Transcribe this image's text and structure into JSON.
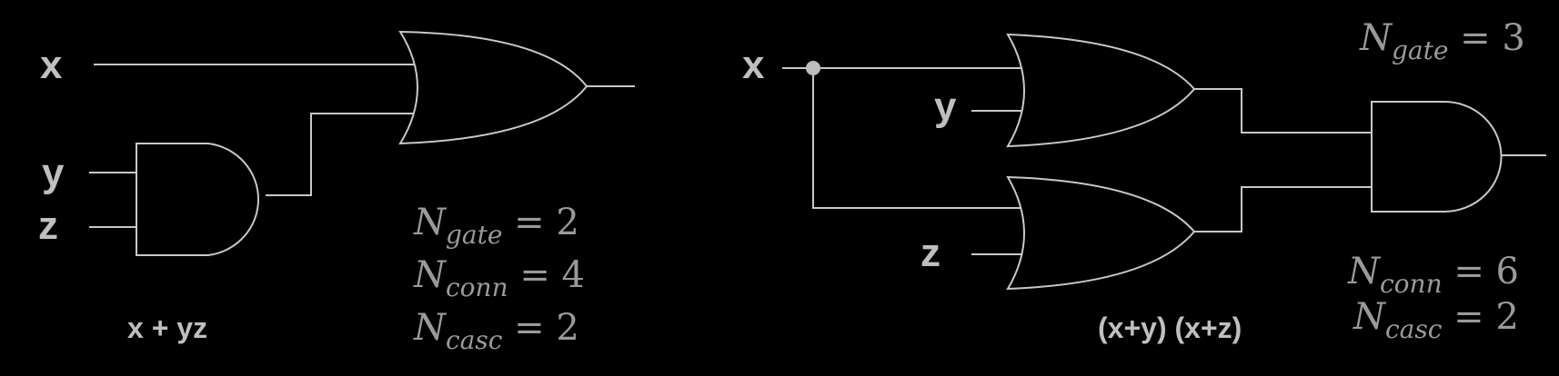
{
  "left_circuit": {
    "inputs": {
      "x": "x",
      "y": "y",
      "z": "z"
    },
    "expression": "x + yz",
    "metrics": [
      {
        "symbol": "N",
        "sub": "gate",
        "eq": " = 2"
      },
      {
        "symbol": "N",
        "sub": "conn",
        "eq": " = 4"
      },
      {
        "symbol": "N",
        "sub": "casc",
        "eq": " = 2"
      }
    ]
  },
  "right_circuit": {
    "inputs": {
      "x": "x",
      "y": "y",
      "z": "z"
    },
    "expression": "(x+y) (x+z)",
    "metrics": [
      {
        "symbol": "N",
        "sub": "gate",
        "eq": " = 3"
      },
      {
        "symbol": "N",
        "sub": "conn",
        "eq": " = 6"
      },
      {
        "symbol": "N",
        "sub": "casc",
        "eq": " = 2"
      }
    ]
  },
  "colors": {
    "background": "#000000",
    "wire": "#c8c8c8",
    "label": "#bfbfbf",
    "metric": "#9a9a9a"
  }
}
